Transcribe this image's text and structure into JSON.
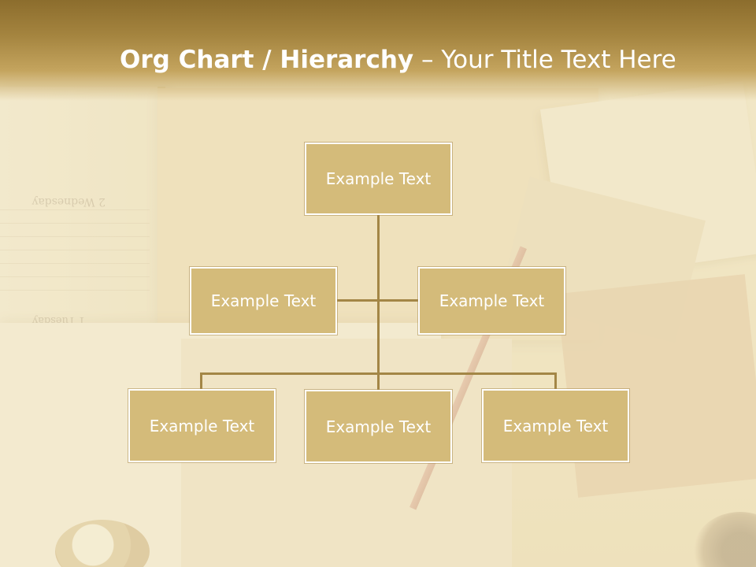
{
  "slide": {
    "title_bold": "Org Chart / Hierarchy",
    "title_separator": " – ",
    "title_rest": "Your Title Text Here",
    "background_text": {
      "planner_day_1": "2 Wednesday",
      "planner_day_2": "1 Tuesday"
    }
  },
  "org_chart": {
    "root": {
      "label": "Example Text"
    },
    "assistants": [
      {
        "label": "Example Text"
      },
      {
        "label": "Example Text"
      }
    ],
    "children": [
      {
        "label": "Example Text"
      },
      {
        "label": "Example Text"
      },
      {
        "label": "Example Text"
      }
    ]
  },
  "colors": {
    "title_band": "#a4843f",
    "node_fill": "#d4bb7a",
    "node_border": "#ffffff",
    "connector": "#a38646",
    "text": "#ffffff"
  }
}
